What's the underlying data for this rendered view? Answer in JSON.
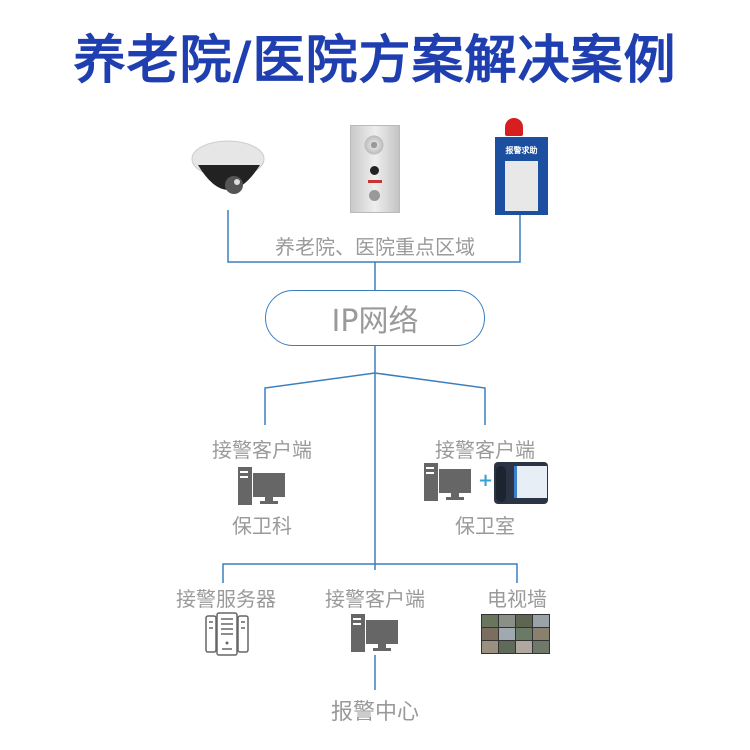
{
  "title": "养老院/医院方案解决案例",
  "zone_label": "养老院、医院重点区域",
  "alarm_box_label": "报警求助",
  "network_label": "IP网络",
  "left_client": {
    "label": "接警客户端",
    "location": "保卫科"
  },
  "right_client": {
    "label": "接警客户端",
    "location": "保卫室",
    "plus": "+"
  },
  "bottom": {
    "server_label": "接警服务器",
    "client_label": "接警客户端",
    "tv_wall_label": "电视墙",
    "center_label": "报警中心"
  },
  "colors": {
    "title": "#1f3fb0",
    "line": "#3b7fc0",
    "text": "#9a9a9a"
  }
}
